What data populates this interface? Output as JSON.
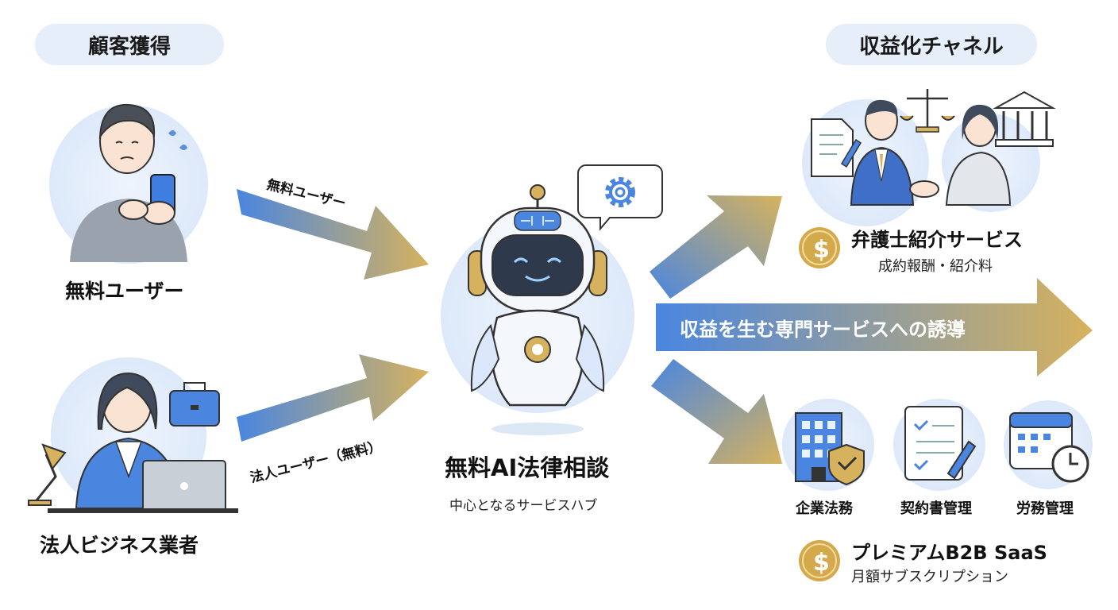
{
  "acquisition": {
    "heading": "顧客獲得",
    "free_user_label": "無料ユーザー",
    "business_label": "法人ビジネス業者"
  },
  "flows": {
    "free_arrow_label": "無料ユーザー",
    "business_arrow_label": "法人ユーザー（無料）",
    "main_arrow_label": "収益を生む専門サービスへの誘導"
  },
  "hub": {
    "title": "無料AI法律相談",
    "subtitle": "中心となるサービスハブ",
    "icon": "robot-icon"
  },
  "monetization": {
    "heading": "収益化チャネル",
    "lawyer": {
      "title": "弁護士紹介サービス",
      "subtitle": "成約報酬・紹介料"
    },
    "saas": {
      "items": [
        "企業法務",
        "契約書管理",
        "労務管理"
      ],
      "title": "プレミアムB2B SaaS",
      "subtitle": "月額サブスクリプション"
    }
  },
  "colors": {
    "accent_blue": "#4a86e0",
    "accent_gold": "#d6b25e",
    "pill_bg": "#e6eefa",
    "coin": "#d4a94c"
  }
}
